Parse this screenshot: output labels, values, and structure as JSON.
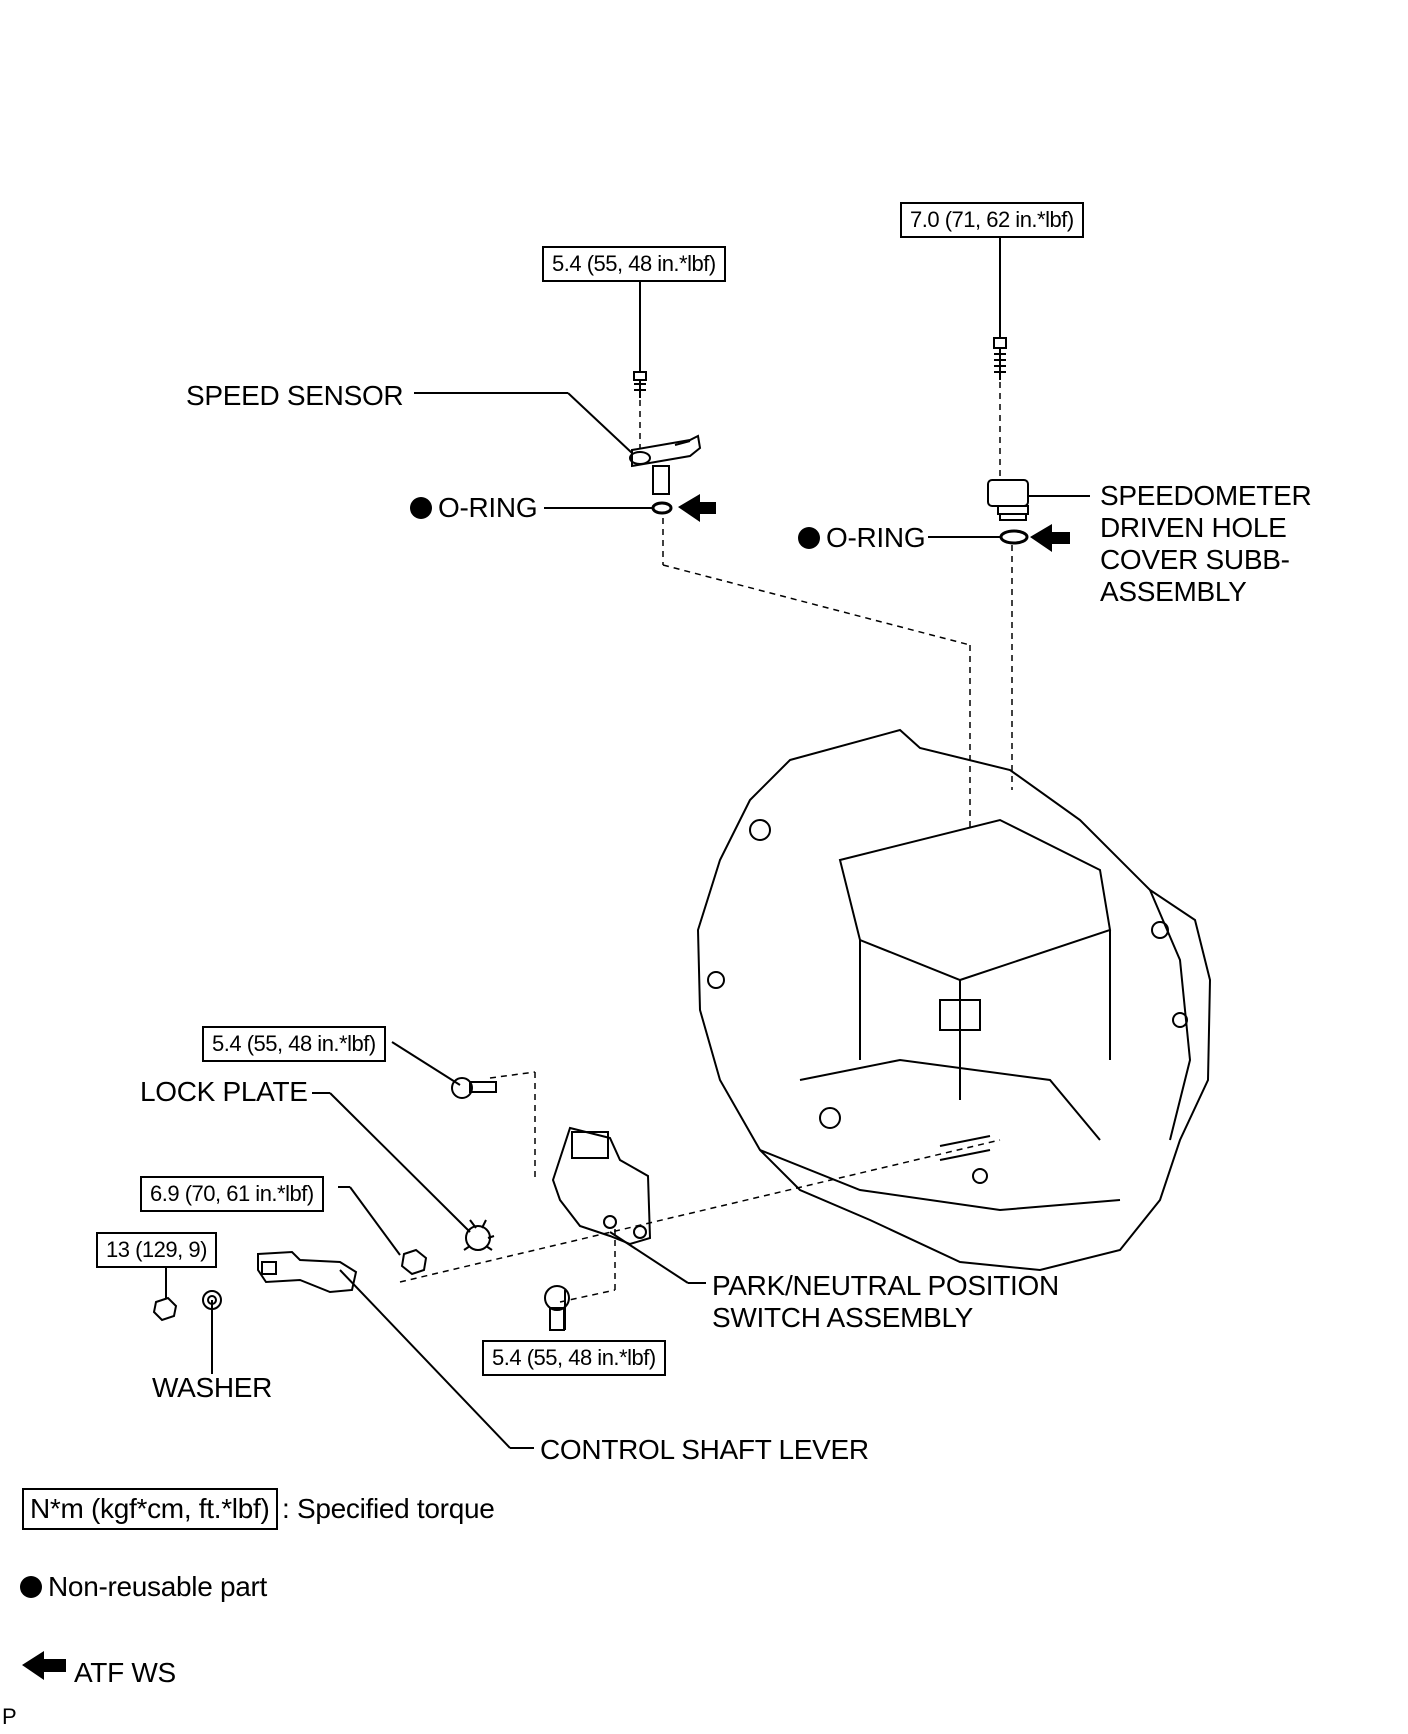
{
  "torques": {
    "speed_sensor_bolt": "5.4 (55, 48 in.*lbf)",
    "speedometer_bolt": "7.0 (71, 62 in.*lbf)",
    "pnp_upper_bolt": "5.4 (55, 48 in.*lbf)",
    "lock_plate_nut": "6.9 (70, 61 in.*lbf)",
    "lever_nut": "13 (129, 9)",
    "pnp_lower_bolt": "5.4 (55, 48 in.*lbf)"
  },
  "labels": {
    "speed_sensor": "SPEED SENSOR",
    "o_ring": "O-RING",
    "speedometer_cover": "SPEEDOMETER\nDRIVEN HOLE\nCOVER SUBB-\nASSEMBLY",
    "lock_plate": "LOCK PLATE",
    "pnp_switch": "PARK/NEUTRAL POSITION\nSWITCH ASSEMBLY",
    "washer": "WASHER",
    "control_shaft_lever": "CONTROL SHAFT LEVER"
  },
  "legend": {
    "torque_unit": "N*m (kgf*cm, ft.*lbf)",
    "torque_desc": ": Specified torque",
    "non_reusable": "Non-reusable part",
    "atf": "ATF WS"
  },
  "corner_mark": "P"
}
